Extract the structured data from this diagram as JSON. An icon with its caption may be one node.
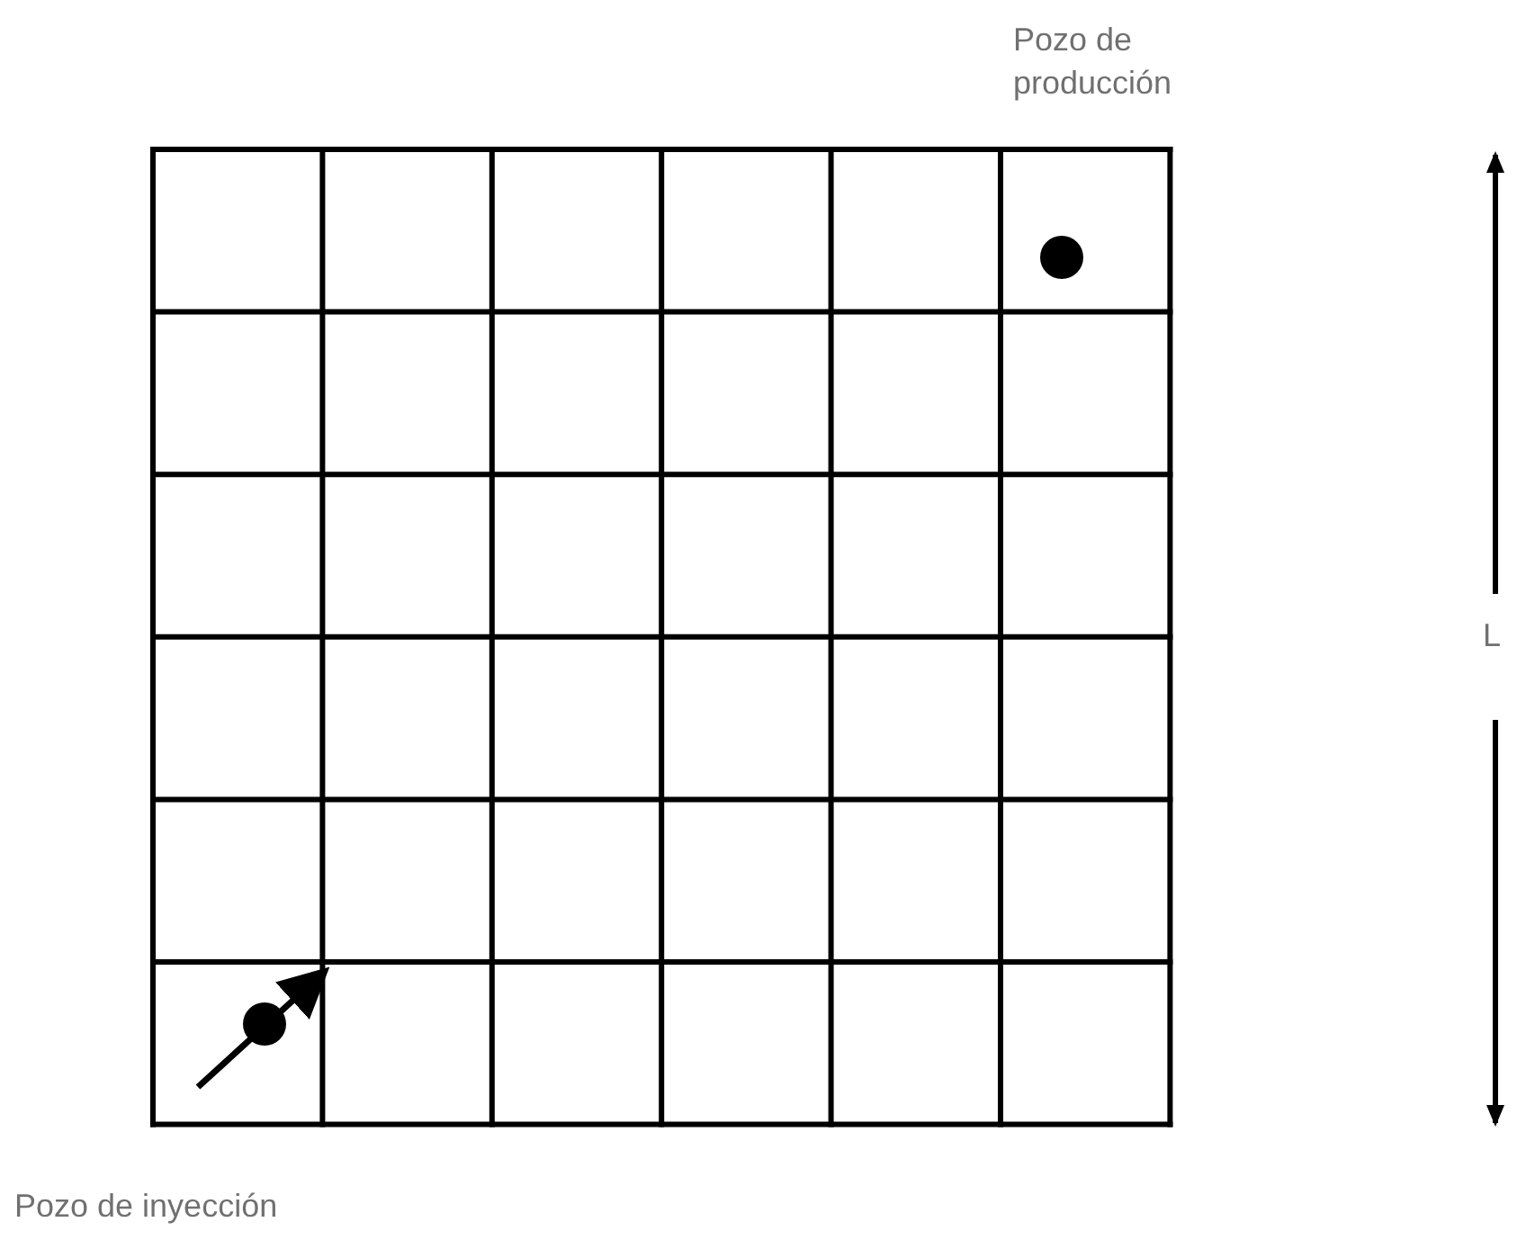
{
  "diagram": {
    "labels": [
      "Pozo de producción",
      "L",
      "Pozo de inyección"
    ]
  }
}
